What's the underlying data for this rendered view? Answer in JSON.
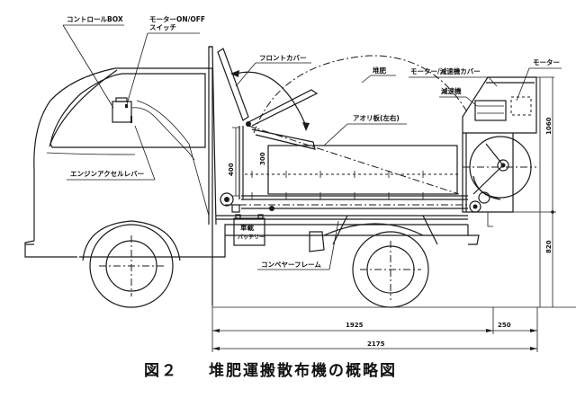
{
  "figure": {
    "number_label": "図２",
    "title": "堆肥運搬散布機の概略図"
  },
  "labels": {
    "control_box": "コントロールBOX",
    "motor_switch_line1": "モーターON/OFF",
    "motor_switch_line2": "スイッチ",
    "front_cover": "フロントカバー",
    "compost": "堆肥",
    "motor_reducer_cover": "モーター/減速機カバー",
    "motor": "モーター",
    "reducer": "減速機",
    "side_board": "アオリ板(左右)",
    "engine_accel_lever": "エンジンアクセルレバー",
    "battery_line1": "車載",
    "battery_line2": "バッテリー",
    "conveyor_frame": "コンベヤーフレーム"
  },
  "dimensions": {
    "height_400": "400",
    "height_300": "300",
    "height_1060": "1060",
    "height_820": "820",
    "length_1925": "1925",
    "length_250": "250",
    "length_2175": "2175"
  }
}
